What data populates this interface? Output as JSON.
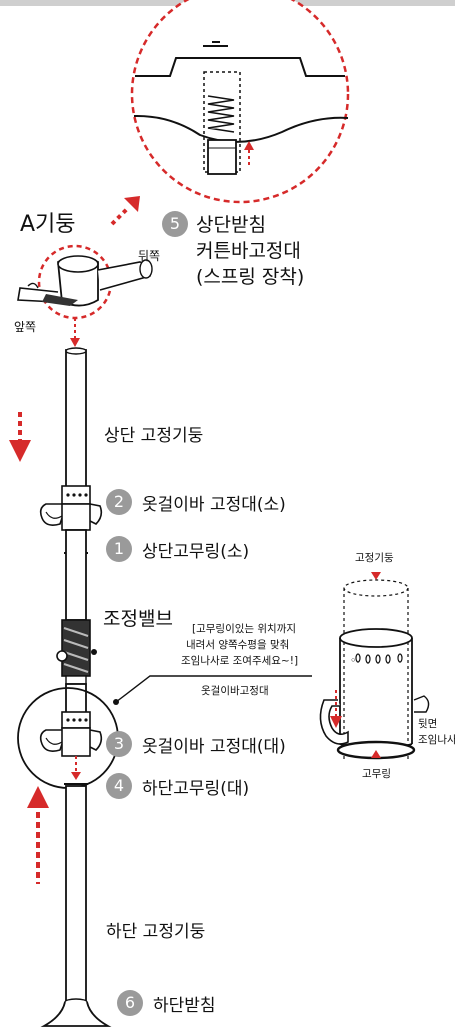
{
  "title": "A기둥",
  "orientation": {
    "back": "뒤쪽",
    "front": "앞쪽"
  },
  "parts": [
    {
      "number": "5",
      "label": "상단받침",
      "sub1": "커튼바고정대",
      "sub2": "(스프링 장착)"
    },
    {
      "label": "상단 고정기둥"
    },
    {
      "number": "2",
      "label": "옷걸이바 고정대(소)"
    },
    {
      "number": "1",
      "label": "상단고무링(소)"
    },
    {
      "label": "조정밸브"
    },
    {
      "number": "3",
      "label": "옷걸이바 고정대(대)"
    },
    {
      "number": "4",
      "label": "하단고무링(대)"
    },
    {
      "label": "하단 고정기둥"
    },
    {
      "number": "6",
      "label": "하단받침"
    }
  ],
  "note": {
    "line1": "[고무링이있는 위치까지",
    "line2": "내려서 양쪽수평을 맞춰",
    "line3": "조임나사로 조여주세요~!]"
  },
  "detail": {
    "pillar": "고정기둥",
    "hanger_holder": "옷걸이바고정대",
    "rubber_ring": "고무링",
    "back_label1": "뒷면",
    "back_label2": "조임나사"
  },
  "colors": {
    "arrow_red": "#d62a2a",
    "badge_gray": "#9a9a9a",
    "line": "#111111"
  }
}
